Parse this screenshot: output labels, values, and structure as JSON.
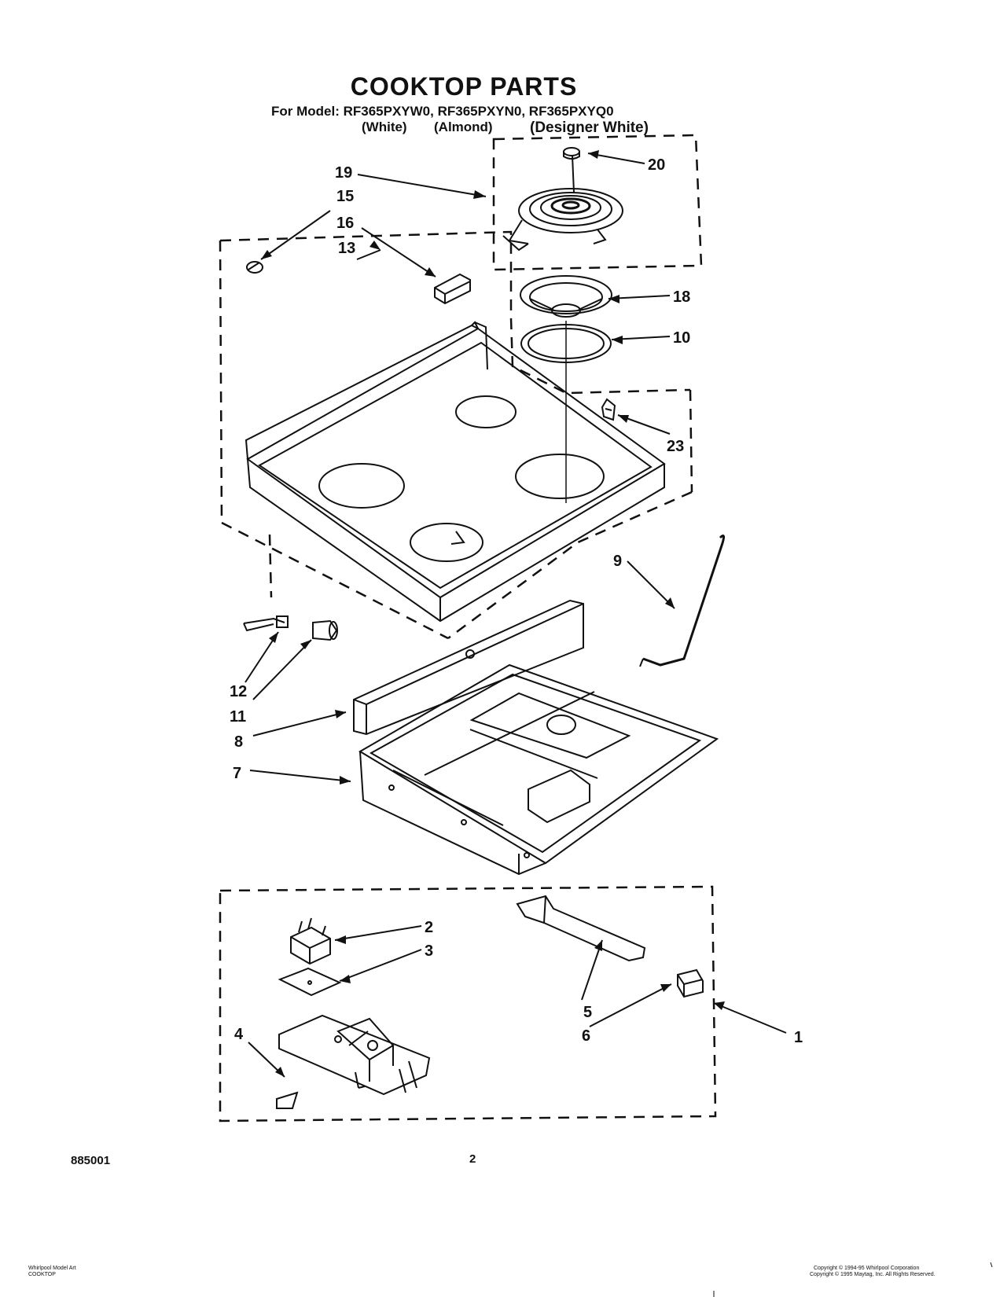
{
  "title": "COOKTOP PARTS",
  "model_line": "For Model: RF365PXYW0, RF365PXYN0, RF365PXYQ0",
  "colors": [
    "(White)",
    "(Almond)",
    "(Designer White)"
  ],
  "callouts": [
    {
      "id": "20",
      "label": "20"
    },
    {
      "id": "19",
      "label": "19"
    },
    {
      "id": "15",
      "label": "15"
    },
    {
      "id": "16",
      "label": "16"
    },
    {
      "id": "13",
      "label": "13"
    },
    {
      "id": "18",
      "label": "18"
    },
    {
      "id": "10",
      "label": "10"
    },
    {
      "id": "23",
      "label": "23"
    },
    {
      "id": "9",
      "label": "9"
    },
    {
      "id": "12",
      "label": "12"
    },
    {
      "id": "11",
      "label": "11"
    },
    {
      "id": "8",
      "label": "8"
    },
    {
      "id": "7",
      "label": "7"
    },
    {
      "id": "2",
      "label": "2"
    },
    {
      "id": "3",
      "label": "3"
    },
    {
      "id": "5",
      "label": "5"
    },
    {
      "id": "6",
      "label": "6"
    },
    {
      "id": "4",
      "label": "4"
    },
    {
      "id": "1",
      "label": "1"
    }
  ],
  "footer": {
    "doc_number": "885001",
    "page_number": "2",
    "brand_line": "Whirlpool Model Art",
    "section_line": "COOKTOP",
    "copyright_1": "Copyright © 1994-95 Whirlpool Corporation",
    "copyright_2": "Copyright © 1995 Maytag, Inc. All Rights Reserved."
  }
}
